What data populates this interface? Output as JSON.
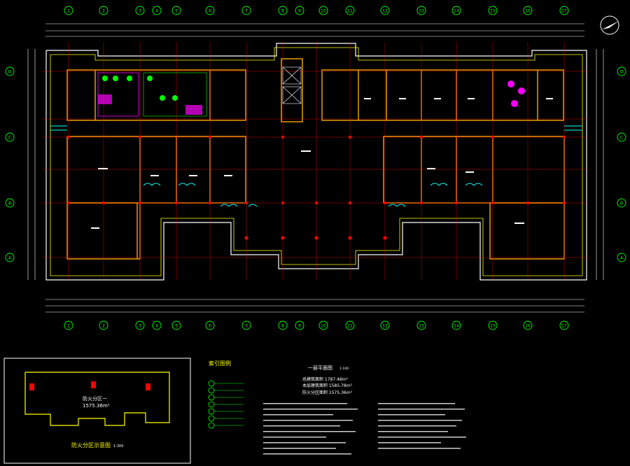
{
  "grid_top": [
    "1",
    "2",
    "3",
    "4",
    "5",
    "6",
    "7",
    "8",
    "9",
    "10",
    "11",
    "12",
    "13",
    "14",
    "15",
    "16",
    "17"
  ],
  "grid_bottom": [
    "1",
    "2",
    "3",
    "4",
    "5",
    "6",
    "7",
    "8",
    "9",
    "10",
    "11",
    "12",
    "13",
    "14",
    "15",
    "16",
    "17"
  ],
  "grid_left": [
    "D",
    "C",
    "B",
    "A"
  ],
  "grid_right": [
    "D",
    "C",
    "B",
    "A"
  ],
  "plan_title": "一层平面图",
  "plan_scale": "1:100",
  "area_total": "总建筑面积 1787.48m²",
  "area_floor": "本层建筑面积 1585.78m²",
  "area_fire": "防火分区面积 1575.36m²",
  "legend_title": "索引图例",
  "legend_items": [
    "",
    "",
    "",
    "",
    "",
    "",
    ""
  ],
  "inset_title": "防火分区示意图",
  "inset_scale": "1:300",
  "inset_zone_label": "防火分区一",
  "inset_zone_area": "1575.36m²",
  "colors": {
    "background": "#000000",
    "axis": "#00ff00",
    "wall": "#ffa500",
    "column": "#ff0000",
    "dim": "#ffffff",
    "fixture": "#ff00ff",
    "window": "#00ffff",
    "text": "#ffff00"
  }
}
